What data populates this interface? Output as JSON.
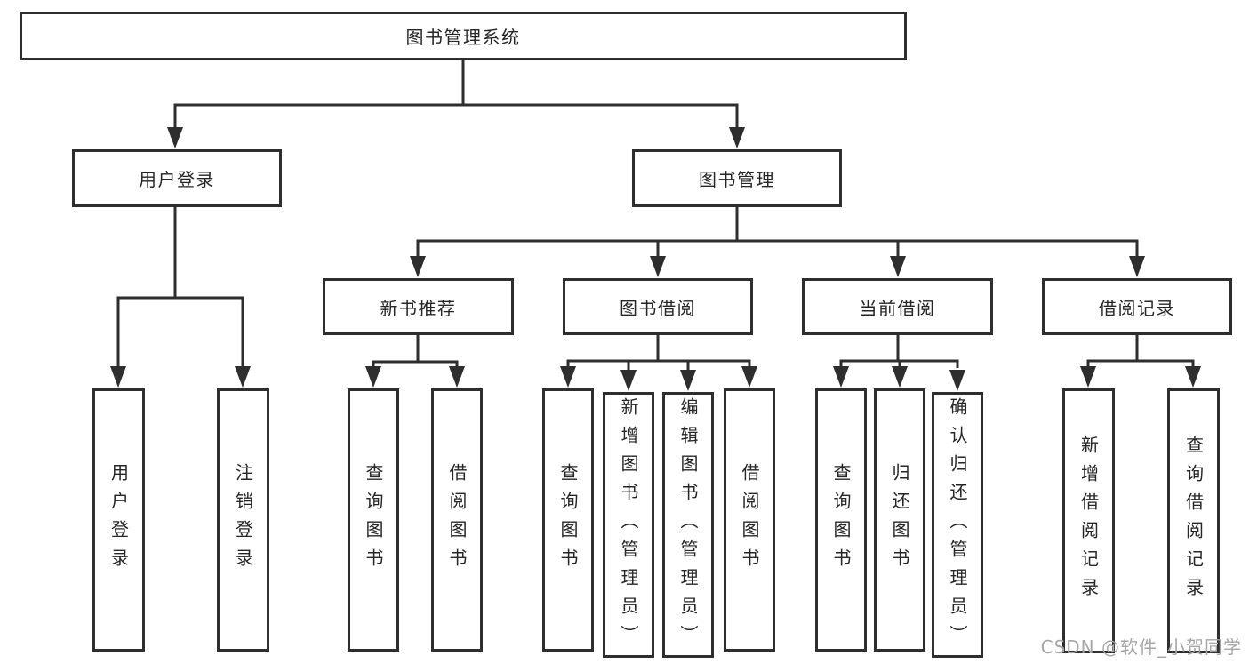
{
  "nodes": {
    "root": "图书管理系统",
    "user_login_group": "用户登录",
    "book_management": "图书管理",
    "new_book_recommend": "新书推荐",
    "book_borrowing": "图书借阅",
    "current_borrowing": "当前借阅",
    "borrowing_records": "借阅记录",
    "user_login": "用户登录",
    "logout_login": "注销登录",
    "nb_query_books": "查询图书",
    "nb_borrow_books": "借阅图书",
    "bb_query_books": "查询图书",
    "bb_add_books": "新增图书（管理员）",
    "bb_edit_books": "编辑图书（管理员）",
    "bb_borrow_books": "借阅图书",
    "cb_query_books": "查询图书",
    "cb_return_books": "归还图书",
    "cb_confirm_return": "确认归还（管理员）",
    "br_add_record": "新增借阅记录",
    "br_query_record": "查询借阅记录"
  },
  "edges": [
    [
      "root",
      "user_login_group"
    ],
    [
      "root",
      "book_management"
    ],
    [
      "user_login_group",
      "user_login"
    ],
    [
      "user_login_group",
      "logout_login"
    ],
    [
      "book_management",
      "new_book_recommend"
    ],
    [
      "book_management",
      "book_borrowing"
    ],
    [
      "book_management",
      "current_borrowing"
    ],
    [
      "book_management",
      "borrowing_records"
    ],
    [
      "new_book_recommend",
      "nb_query_books"
    ],
    [
      "new_book_recommend",
      "nb_borrow_books"
    ],
    [
      "book_borrowing",
      "bb_query_books"
    ],
    [
      "book_borrowing",
      "bb_add_books"
    ],
    [
      "book_borrowing",
      "bb_edit_books"
    ],
    [
      "book_borrowing",
      "bb_borrow_books"
    ],
    [
      "current_borrowing",
      "cb_query_books"
    ],
    [
      "current_borrowing",
      "cb_return_books"
    ],
    [
      "current_borrowing",
      "cb_confirm_return"
    ],
    [
      "borrowing_records",
      "br_add_record"
    ],
    [
      "borrowing_records",
      "br_query_record"
    ]
  ],
  "watermark": "CSDN @软件_小贺同学",
  "colors": {
    "line": "#2e2e2e",
    "text": "#262626",
    "box_background": "#ffffff",
    "watermark": "#a6a6a6",
    "background": "#ffffff"
  }
}
